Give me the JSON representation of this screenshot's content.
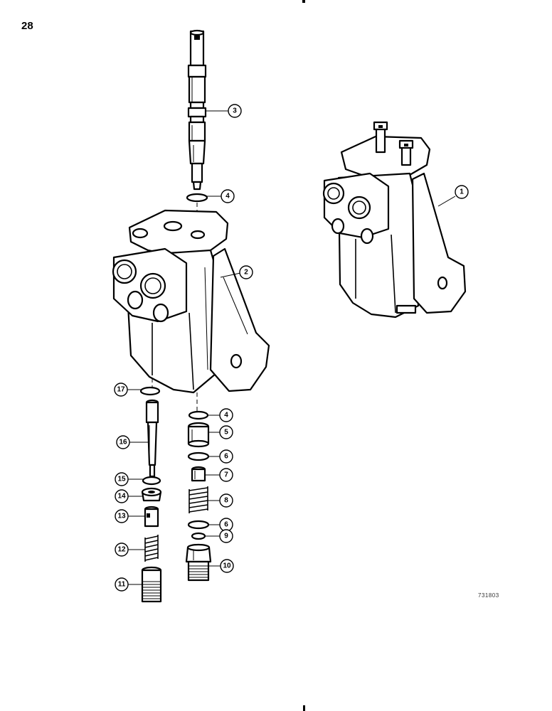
{
  "page_number": "28",
  "figure_code": "731803",
  "callouts": {
    "c1": "1",
    "c2": "2",
    "c3": "3",
    "c4a": "4",
    "c4b": "4",
    "c5": "5",
    "c6a": "6",
    "c6b": "6",
    "c7": "7",
    "c8": "8",
    "c9": "9",
    "c10": "10",
    "c11": "11",
    "c12": "12",
    "c13": "13",
    "c14": "14",
    "c15": "15",
    "c16": "16",
    "c17": "17"
  }
}
